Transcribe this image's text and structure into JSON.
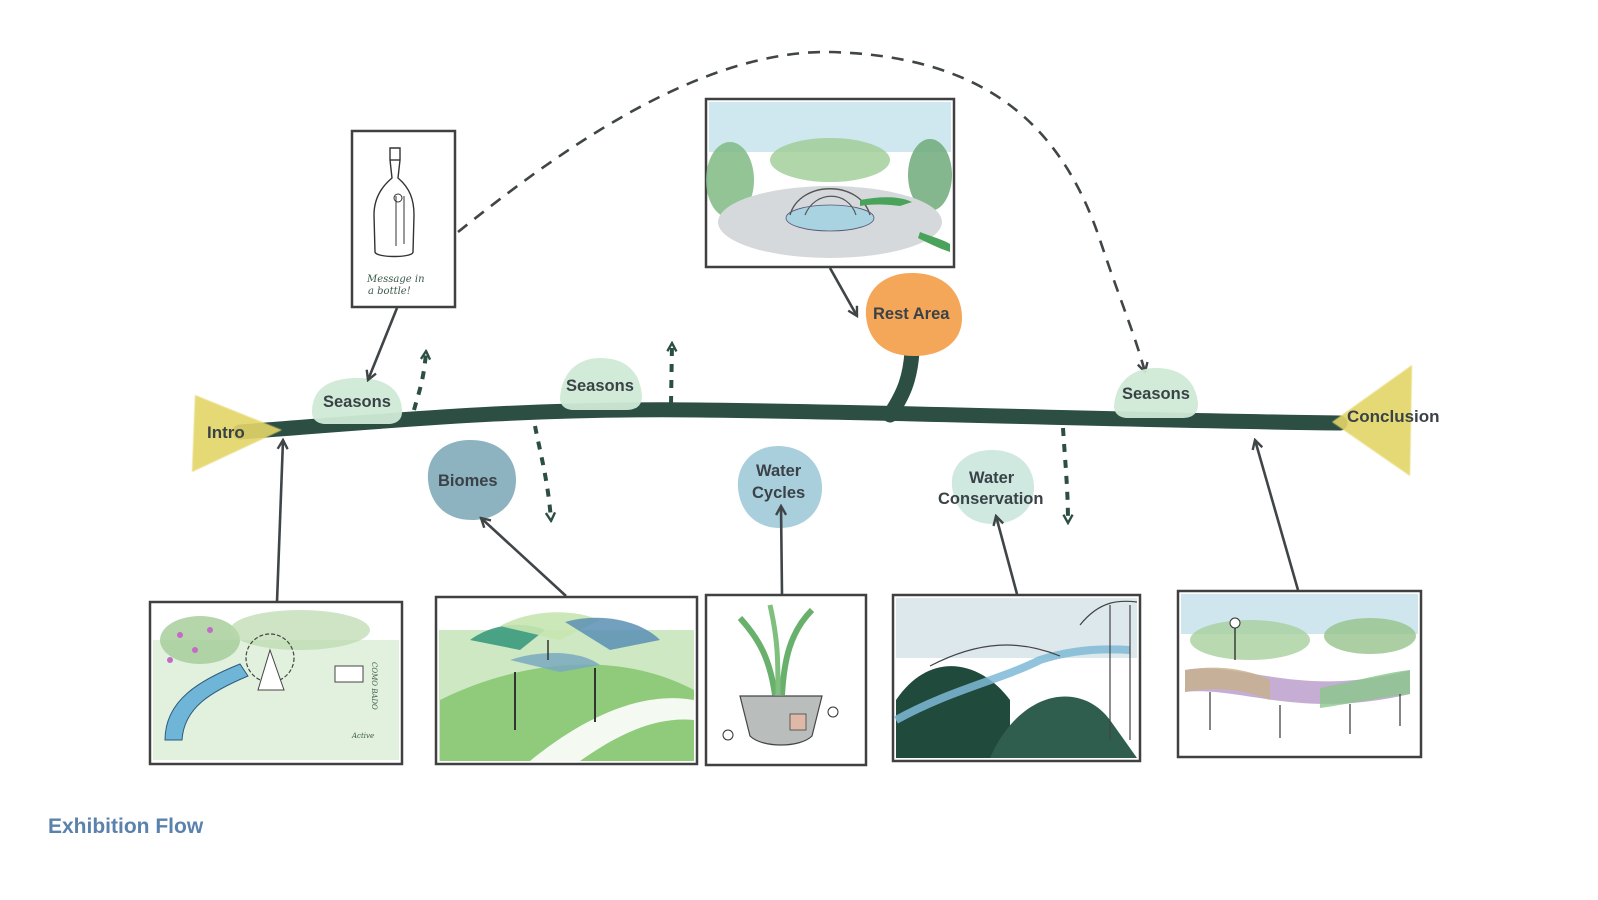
{
  "caption": "Exhibition Flow",
  "colors": {
    "path": "#2c4e43",
    "triangle": "#e3d567",
    "rest_area": "#f4a758",
    "seasons": "#cfead6",
    "biomes": "#8db2c0",
    "water_cycles": "#a9cfdd",
    "water_conservation": "#cfe9e0",
    "arrow": "#404548",
    "frame": "#404040"
  },
  "nodes": {
    "intro": "Intro",
    "conclusion": "Conclusion",
    "seasons_1": "Seasons",
    "seasons_2": "Seasons",
    "seasons_3": "Seasons",
    "rest_area": "Rest Area",
    "biomes": "Biomes",
    "water_cycles_line1": "Water",
    "water_cycles_line2": "Cycles",
    "water_conservation_line1": "Water",
    "water_conservation_line2": "Conservation"
  },
  "sketches": {
    "bottle_note_line1": "Message in",
    "bottle_note_line2": "a bottle!",
    "intro_sign": "COMO BADO",
    "intro_signature": "Active"
  },
  "icons": {
    "bottle": "bottle-sketch-icon",
    "arrow": "arrow-head-icon"
  }
}
